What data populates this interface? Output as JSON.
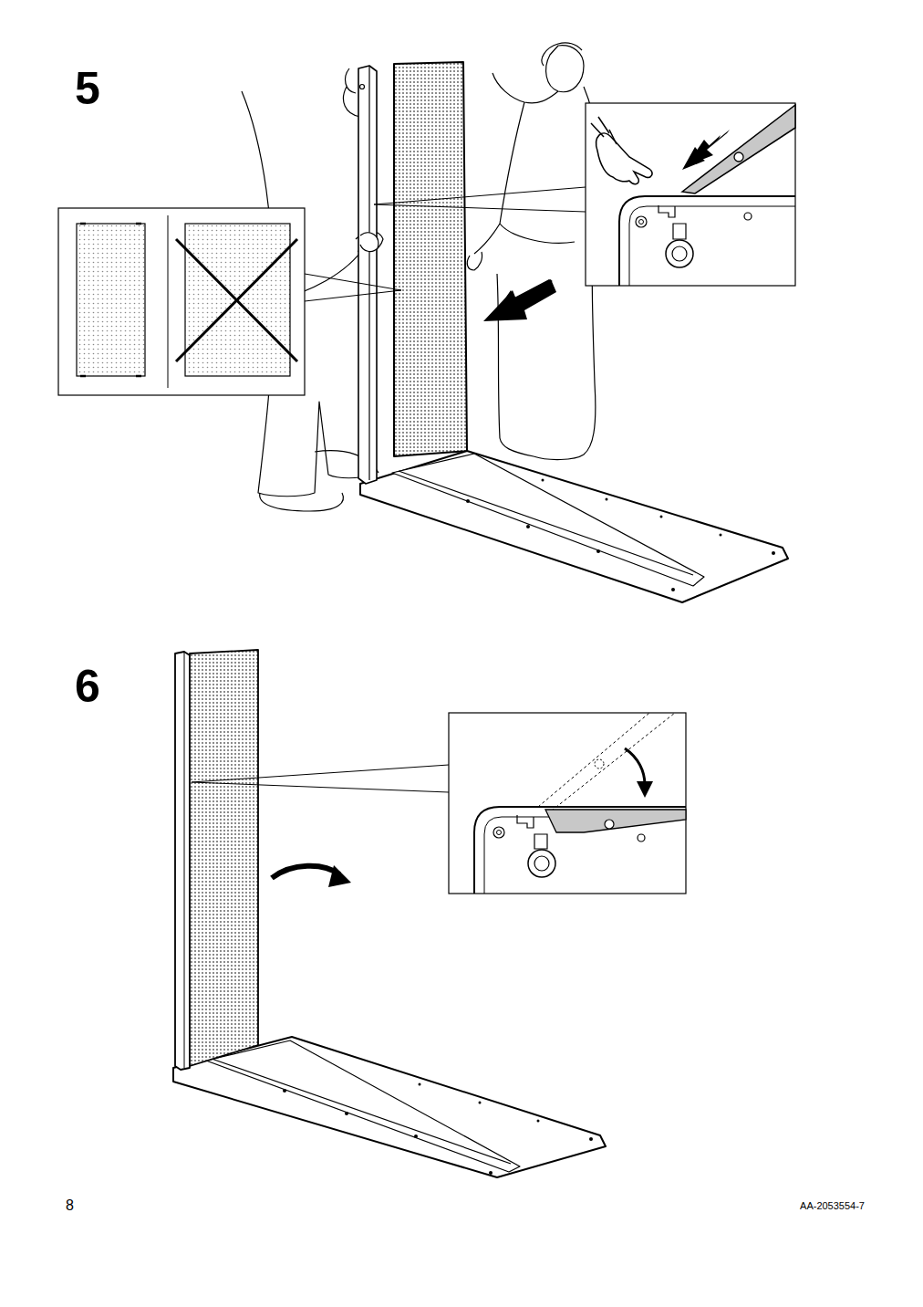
{
  "diagram": {
    "labels": [
      "5",
      "6",
      "8",
      "AA-2053554-7"
    ]
  }
}
